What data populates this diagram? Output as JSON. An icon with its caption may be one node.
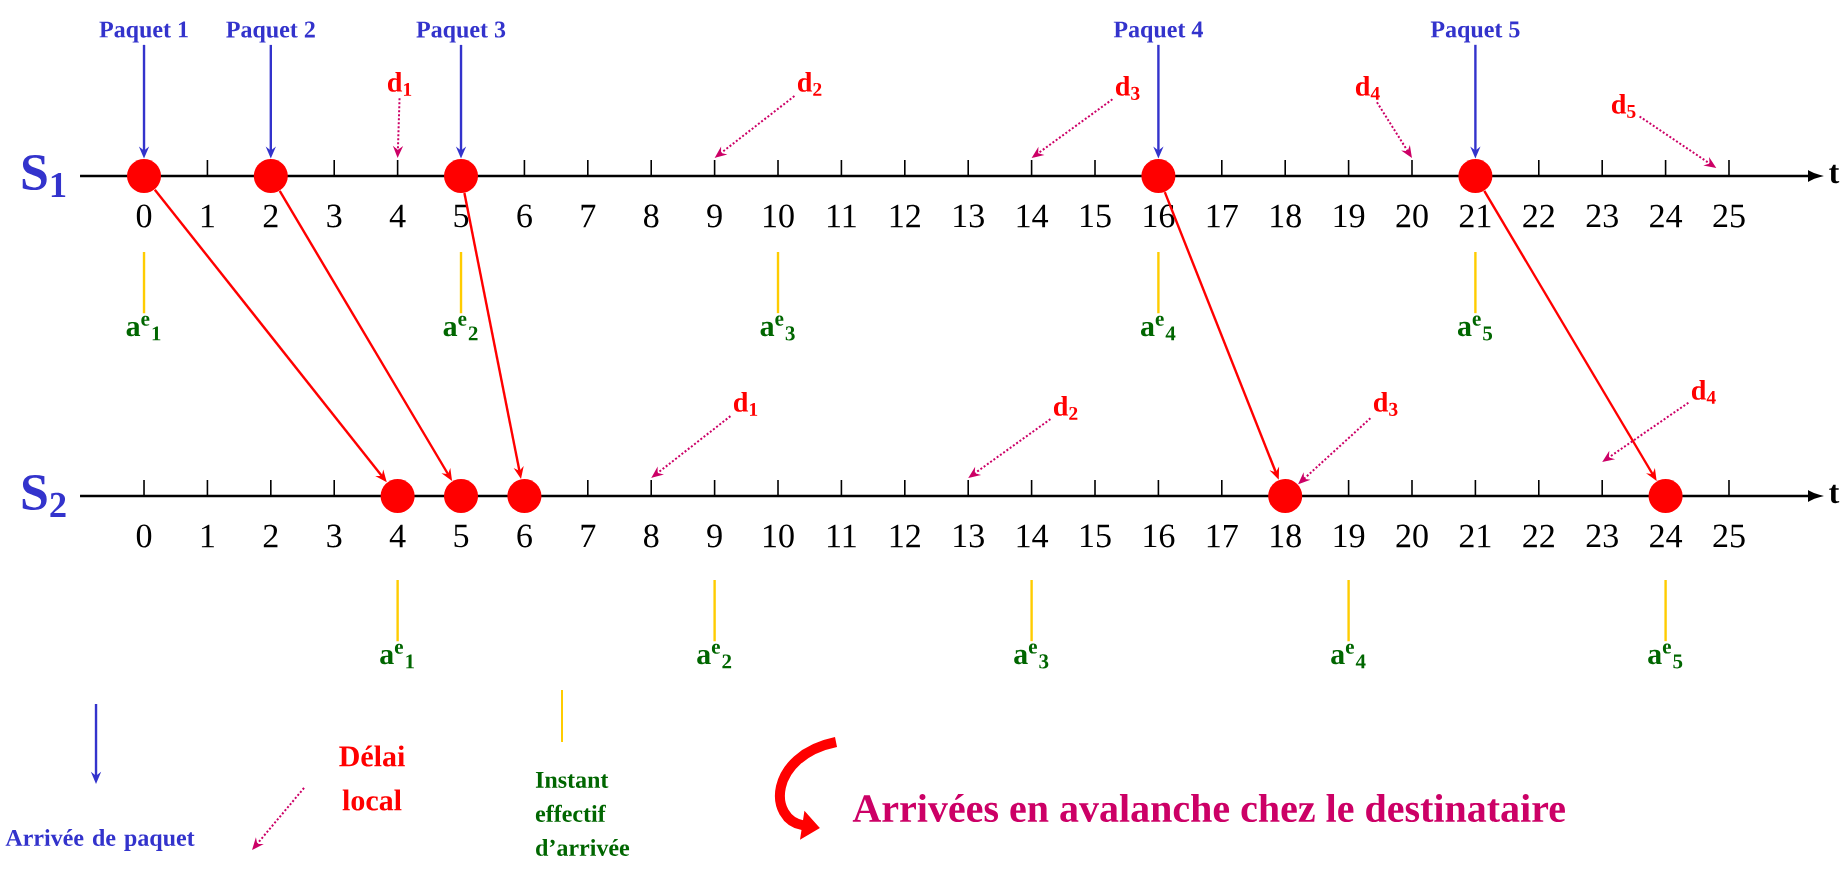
{
  "diagram": {
    "nodes": [
      {
        "text": [
          "Paquet 1"
        ]
      },
      {
        "text": [
          "Paquet 2"
        ]
      },
      {
        "text": [
          "Paquet 3"
        ]
      },
      {
        "text": [
          "Paquet 4"
        ]
      },
      {
        "text": [
          "Paquet 5"
        ]
      },
      {
        "text": [],
        "shape": "circle"
      },
      {
        "text": [],
        "shape": "circle"
      },
      {
        "text": [],
        "shape": "circle"
      },
      {
        "text": [],
        "shape": "circle"
      },
      {
        "text": [],
        "shape": "circle"
      },
      {
        "text": [],
        "shape": "circle"
      },
      {
        "text": [],
        "shape": "circle"
      },
      {
        "text": [],
        "shape": "circle"
      },
      {
        "text": [],
        "shape": "circle"
      },
      {
        "text": [],
        "shape": "circle"
      },
      {
        "text": [
          "d$_{1}$"
        ]
      },
      {
        "text": [
          "d$_{2}$"
        ]
      },
      {
        "text": [
          "d$_{3}$"
        ]
      },
      {
        "text": [
          "d$_{4}$"
        ]
      },
      {
        "text": [
          "d$_{5}$"
        ]
      },
      {
        "text": [
          "d$_{1}$"
        ]
      },
      {
        "text": [
          "d$_{2}$"
        ]
      },
      {
        "text": [
          "d$_{3}$"
        ]
      },
      {
        "text": [
          "d$_{4}$"
        ]
      },
      {
        "text": [
          "a$^{e}$$_{1}$"
        ]
      },
      {
        "text": [
          "a$^{e}$$_{2}$"
        ]
      },
      {
        "text": [
          "a$^{e}$$_{3}$"
        ]
      },
      {
        "text": [
          "a$^{e}$$_{4}$"
        ]
      },
      {
        "text": [
          "a$^{e}$$_{5}$"
        ]
      },
      {
        "text": [
          "a$^{e}$$_{1}$"
        ]
      },
      {
        "text": [
          "a$^{e}$$_{2}$"
        ]
      },
      {
        "text": [
          "a$^{e}$$_{3}$"
        ]
      },
      {
        "text": [
          "a$^{e}$$_{4}$"
        ]
      },
      {
        "text": [
          "a$^{e}$$_{5}$"
        ]
      }
    ],
    "edges": [
      {
        "from": 0,
        "to": 5,
        "arrow": "to",
        "color": "#3333cc"
      },
      {
        "from": 1,
        "to": 6,
        "arrow": "to",
        "color": "#3333cc"
      },
      {
        "from": 2,
        "to": 7,
        "arrow": "to",
        "color": "#3333cc"
      },
      {
        "from": 3,
        "to": 8,
        "arrow": "to",
        "color": "#3333cc"
      },
      {
        "from": 4,
        "to": 9,
        "arrow": "to",
        "color": "#3333cc"
      },
      {
        "from": 5,
        "to": 10,
        "arrow": "to",
        "color": "#ff0000"
      },
      {
        "from": 6,
        "to": 11,
        "arrow": "to",
        "color": "#ff0000"
      },
      {
        "from": 7,
        "to": 12,
        "arrow": "to",
        "color": "#ff0000"
      },
      {
        "from": 8,
        "to": 13,
        "arrow": "to",
        "color": "#ff0000"
      },
      {
        "from": 9,
        "to": 14,
        "arrow": "to",
        "color": "#ff0000"
      },
      {
        "from": 15,
        "to": null,
        "arrow": "to",
        "style": "dashed",
        "color": "#cc0066"
      },
      {
        "from": 16,
        "to": null,
        "arrow": "to",
        "style": "dashed",
        "color": "#cc0066"
      },
      {
        "from": 17,
        "to": null,
        "arrow": "to",
        "style": "dashed",
        "color": "#cc0066"
      },
      {
        "from": 18,
        "to": null,
        "arrow": "to",
        "style": "dashed",
        "color": "#cc0066"
      },
      {
        "from": 19,
        "to": null,
        "arrow": "to",
        "style": "dashed",
        "color": "#cc0066"
      },
      {
        "from": 20,
        "to": null,
        "arrow": "to",
        "style": "dashed",
        "color": "#cc0066"
      },
      {
        "from": 21,
        "to": null,
        "arrow": "to",
        "style": "dashed",
        "color": "#cc0066"
      },
      {
        "from": 22,
        "to": 13,
        "arrow": "to",
        "style": "dashed",
        "color": "#cc0066"
      },
      {
        "from": 23,
        "to": null,
        "arrow": "to",
        "style": "dashed",
        "color": "#cc0066"
      },
      {
        "from": 24,
        "to": null,
        "arrow": "none",
        "color": "#ffcc00"
      },
      {
        "from": 25,
        "to": null,
        "arrow": "none",
        "color": "#ffcc00"
      },
      {
        "from": 26,
        "to": null,
        "arrow": "none",
        "color": "#ffcc00"
      },
      {
        "from": 27,
        "to": null,
        "arrow": "none",
        "color": "#ffcc00"
      },
      {
        "from": 28,
        "to": null,
        "arrow": "none",
        "color": "#ffcc00"
      },
      {
        "from": 29,
        "to": null,
        "arrow": "none",
        "color": "#ffcc00"
      },
      {
        "from": 30,
        "to": null,
        "arrow": "none",
        "color": "#ffcc00"
      },
      {
        "from": 31,
        "to": null,
        "arrow": "none",
        "color": "#ffcc00"
      },
      {
        "from": 32,
        "to": null,
        "arrow": "none",
        "color": "#ffcc00"
      },
      {
        "from": 33,
        "to": null,
        "arrow": "none",
        "color": "#ffcc00"
      }
    ],
    "labels": [
      "S$_{1}$",
      "t",
      "0",
      "1",
      "2",
      "3",
      "4",
      "5",
      "6",
      "7",
      "8",
      "9",
      "10",
      "11",
      "12",
      "13",
      "14",
      "15",
      "16",
      "17",
      "18",
      "19",
      "20",
      "21",
      "22",
      "23",
      "24",
      "25",
      "S$_{2}$",
      "t",
      "0",
      "1",
      "2",
      "3",
      "4",
      "5",
      "6",
      "7",
      "8",
      "9",
      "10",
      "11",
      "12",
      "13",
      "14",
      "15",
      "16",
      "17",
      "18",
      "19",
      "20",
      "21",
      "22",
      "23",
      "24",
      "25",
      "Arrivées en avalanche chez le destinataire"
    ],
    "legend": [
      {
        "text": "Arrivée de paquet"
      },
      {
        "text": "Délai local"
      },
      {
        "text": "Instant effectif d’arrivée"
      }
    ]
  }
}
